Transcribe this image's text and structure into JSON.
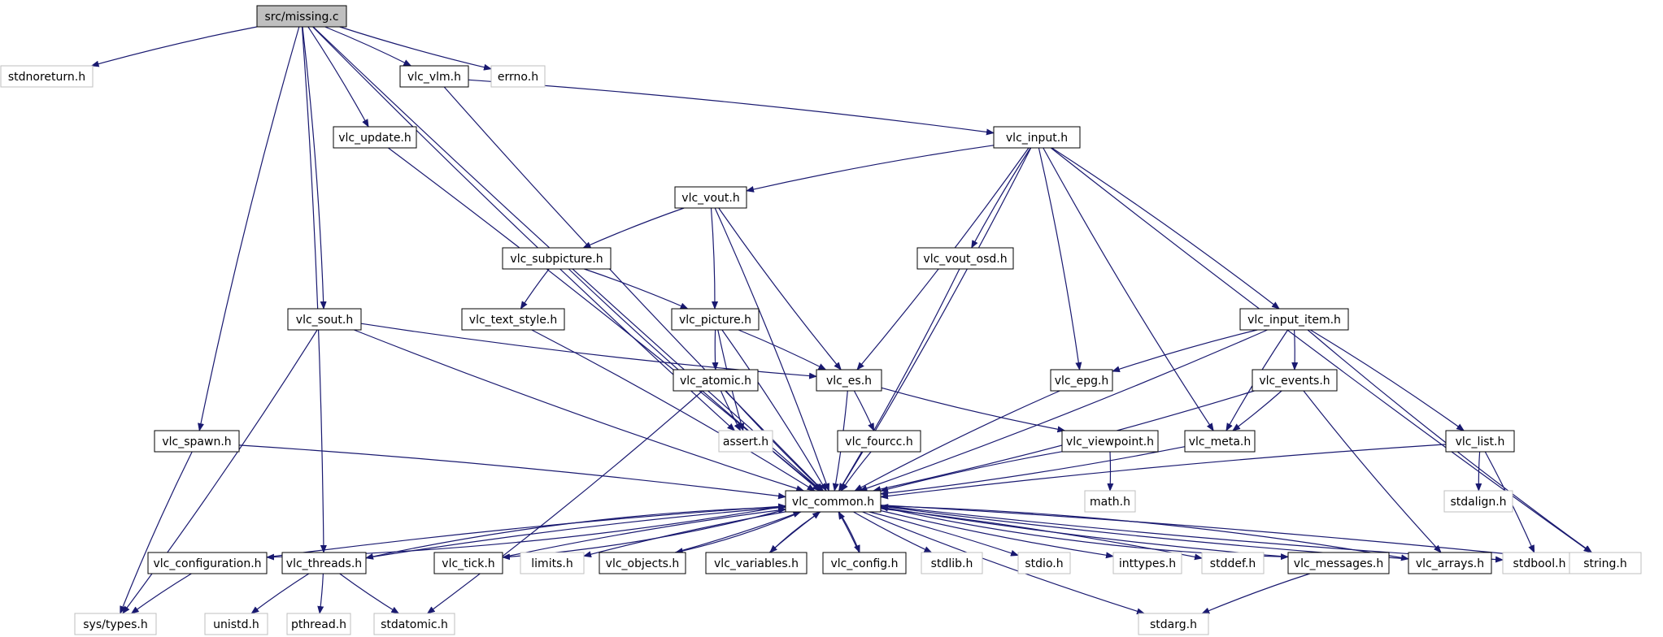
{
  "colors": {
    "edge": "#191970",
    "box_border": "#000000",
    "ext_border": "#bfbfbf",
    "root_fill": "#bfbfbf",
    "text": "#000000"
  },
  "nodes": [
    {
      "id": "root",
      "label": "src/missing.c",
      "kind": "root"
    },
    {
      "id": "stdnoreturn",
      "label": "stdnoreturn.h",
      "kind": "ext"
    },
    {
      "id": "vlm",
      "label": "vlc_vlm.h",
      "kind": "node"
    },
    {
      "id": "errno",
      "label": "errno.h",
      "kind": "ext"
    },
    {
      "id": "update",
      "label": "vlc_update.h",
      "kind": "node"
    },
    {
      "id": "input",
      "label": "vlc_input.h",
      "kind": "node"
    },
    {
      "id": "vout",
      "label": "vlc_vout.h",
      "kind": "node"
    },
    {
      "id": "subpicture",
      "label": "vlc_subpicture.h",
      "kind": "node"
    },
    {
      "id": "vout_osd",
      "label": "vlc_vout_osd.h",
      "kind": "node"
    },
    {
      "id": "sout",
      "label": "vlc_sout.h",
      "kind": "node"
    },
    {
      "id": "text_style",
      "label": "vlc_text_style.h",
      "kind": "node"
    },
    {
      "id": "picture",
      "label": "vlc_picture.h",
      "kind": "node"
    },
    {
      "id": "input_item",
      "label": "vlc_input_item.h",
      "kind": "node"
    },
    {
      "id": "atomic",
      "label": "vlc_atomic.h",
      "kind": "node"
    },
    {
      "id": "es",
      "label": "vlc_es.h",
      "kind": "node"
    },
    {
      "id": "epg",
      "label": "vlc_epg.h",
      "kind": "node"
    },
    {
      "id": "events",
      "label": "vlc_events.h",
      "kind": "node"
    },
    {
      "id": "spawn",
      "label": "vlc_spawn.h",
      "kind": "node"
    },
    {
      "id": "assert",
      "label": "assert.h",
      "kind": "ext"
    },
    {
      "id": "fourcc",
      "label": "vlc_fourcc.h",
      "kind": "node"
    },
    {
      "id": "viewpoint",
      "label": "vlc_viewpoint.h",
      "kind": "node"
    },
    {
      "id": "meta",
      "label": "vlc_meta.h",
      "kind": "node"
    },
    {
      "id": "list",
      "label": "vlc_list.h",
      "kind": "node"
    },
    {
      "id": "common",
      "label": "vlc_common.h",
      "kind": "node"
    },
    {
      "id": "math",
      "label": "math.h",
      "kind": "ext"
    },
    {
      "id": "stdalign",
      "label": "stdalign.h",
      "kind": "ext"
    },
    {
      "id": "configuration",
      "label": "vlc_configuration.h",
      "kind": "node"
    },
    {
      "id": "threads",
      "label": "vlc_threads.h",
      "kind": "node"
    },
    {
      "id": "tick",
      "label": "vlc_tick.h",
      "kind": "node"
    },
    {
      "id": "limits",
      "label": "limits.h",
      "kind": "ext"
    },
    {
      "id": "objects",
      "label": "vlc_objects.h",
      "kind": "node"
    },
    {
      "id": "variables",
      "label": "vlc_variables.h",
      "kind": "node"
    },
    {
      "id": "config",
      "label": "vlc_config.h",
      "kind": "node"
    },
    {
      "id": "stdlib",
      "label": "stdlib.h",
      "kind": "ext"
    },
    {
      "id": "stdio",
      "label": "stdio.h",
      "kind": "ext"
    },
    {
      "id": "inttypes",
      "label": "inttypes.h",
      "kind": "ext"
    },
    {
      "id": "stddef",
      "label": "stddef.h",
      "kind": "ext"
    },
    {
      "id": "messages",
      "label": "vlc_messages.h",
      "kind": "node"
    },
    {
      "id": "arrays",
      "label": "vlc_arrays.h",
      "kind": "node"
    },
    {
      "id": "stdbool",
      "label": "stdbool.h",
      "kind": "ext"
    },
    {
      "id": "string",
      "label": "string.h",
      "kind": "ext"
    },
    {
      "id": "systypes",
      "label": "sys/types.h",
      "kind": "ext"
    },
    {
      "id": "unistd",
      "label": "unistd.h",
      "kind": "ext"
    },
    {
      "id": "pthread",
      "label": "pthread.h",
      "kind": "ext"
    },
    {
      "id": "stdatomic",
      "label": "stdatomic.h",
      "kind": "ext"
    },
    {
      "id": "stdarg",
      "label": "stdarg.h",
      "kind": "ext"
    }
  ],
  "edges": [
    [
      "root",
      "stdnoreturn"
    ],
    [
      "root",
      "vlm"
    ],
    [
      "root",
      "errno"
    ],
    [
      "root",
      "update"
    ],
    [
      "root",
      "assert"
    ],
    [
      "root",
      "sout"
    ],
    [
      "root",
      "spawn"
    ],
    [
      "root",
      "threads"
    ],
    [
      "root",
      "common"
    ],
    [
      "vlm",
      "input"
    ],
    [
      "vlm",
      "common"
    ],
    [
      "update",
      "common"
    ],
    [
      "input",
      "vout"
    ],
    [
      "input",
      "es"
    ],
    [
      "input",
      "vout_osd"
    ],
    [
      "input",
      "epg"
    ],
    [
      "input",
      "meta"
    ],
    [
      "input",
      "input_item"
    ],
    [
      "input",
      "string"
    ],
    [
      "input",
      "common"
    ],
    [
      "vout",
      "subpicture"
    ],
    [
      "vout",
      "picture"
    ],
    [
      "vout",
      "es"
    ],
    [
      "vout",
      "common"
    ],
    [
      "subpicture",
      "text_style"
    ],
    [
      "subpicture",
      "picture"
    ],
    [
      "subpicture",
      "common"
    ],
    [
      "vout_osd",
      "common"
    ],
    [
      "sout",
      "es"
    ],
    [
      "sout",
      "systypes"
    ],
    [
      "sout",
      "common"
    ],
    [
      "text_style",
      "common"
    ],
    [
      "picture",
      "atomic"
    ],
    [
      "picture",
      "es"
    ],
    [
      "picture",
      "assert"
    ],
    [
      "picture",
      "common"
    ],
    [
      "input_item",
      "epg"
    ],
    [
      "input_item",
      "events"
    ],
    [
      "input_item",
      "meta"
    ],
    [
      "input_item",
      "list"
    ],
    [
      "input_item",
      "string"
    ],
    [
      "input_item",
      "common"
    ],
    [
      "atomic",
      "assert"
    ],
    [
      "atomic",
      "stdatomic"
    ],
    [
      "atomic",
      "common"
    ],
    [
      "es",
      "fourcc"
    ],
    [
      "es",
      "viewpoint"
    ],
    [
      "es",
      "common"
    ],
    [
      "epg",
      "common"
    ],
    [
      "events",
      "meta"
    ],
    [
      "events",
      "arrays"
    ],
    [
      "events",
      "common"
    ],
    [
      "spawn",
      "systypes"
    ],
    [
      "spawn",
      "common"
    ],
    [
      "fourcc",
      "common"
    ],
    [
      "viewpoint",
      "math"
    ],
    [
      "viewpoint",
      "common"
    ],
    [
      "meta",
      "common"
    ],
    [
      "list",
      "stdalign"
    ],
    [
      "list",
      "stdbool"
    ],
    [
      "list",
      "common"
    ],
    [
      "common",
      "configuration"
    ],
    [
      "common",
      "threads"
    ],
    [
      "common",
      "tick"
    ],
    [
      "common",
      "limits"
    ],
    [
      "common",
      "objects"
    ],
    [
      "common",
      "variables"
    ],
    [
      "common",
      "config"
    ],
    [
      "common",
      "stdlib"
    ],
    [
      "common",
      "stdio"
    ],
    [
      "common",
      "inttypes"
    ],
    [
      "common",
      "stddef"
    ],
    [
      "common",
      "messages"
    ],
    [
      "common",
      "arrays"
    ],
    [
      "common",
      "stdbool"
    ],
    [
      "common",
      "string"
    ],
    [
      "common",
      "stdarg"
    ],
    [
      "configuration",
      "common"
    ],
    [
      "configuration",
      "systypes"
    ],
    [
      "threads",
      "common"
    ],
    [
      "threads",
      "unistd"
    ],
    [
      "threads",
      "pthread"
    ],
    [
      "threads",
      "stdatomic"
    ],
    [
      "tick",
      "common"
    ],
    [
      "objects",
      "common"
    ],
    [
      "variables",
      "common"
    ],
    [
      "config",
      "common"
    ],
    [
      "messages",
      "common"
    ],
    [
      "messages",
      "stdarg"
    ],
    [
      "arrays",
      "common"
    ]
  ]
}
